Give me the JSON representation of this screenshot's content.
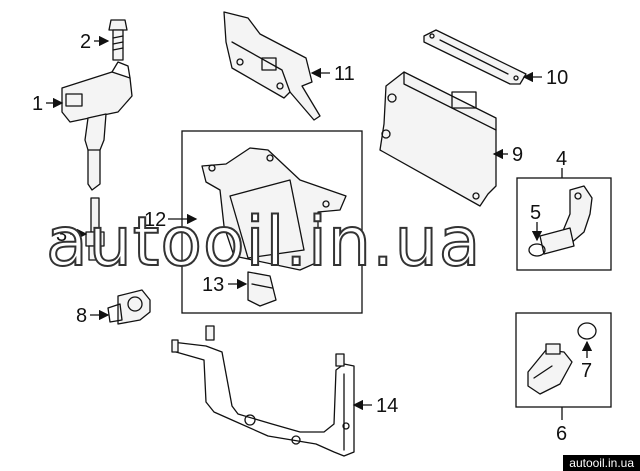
{
  "callouts": {
    "c1": "1",
    "c2": "2",
    "c3": "3",
    "c4": "4",
    "c5": "5",
    "c6": "6",
    "c7": "7",
    "c8": "8",
    "c9": "9",
    "c10": "10",
    "c11": "11",
    "c12": "12",
    "c13": "13",
    "c14": "14"
  },
  "watermark": "autooil.in.ua",
  "footer": {
    "url": "autooil.in.ua"
  },
  "colors": {
    "line": "#111111",
    "fill": "#f4f4f4",
    "background": "#ffffff",
    "footer_bg": "#000000"
  }
}
